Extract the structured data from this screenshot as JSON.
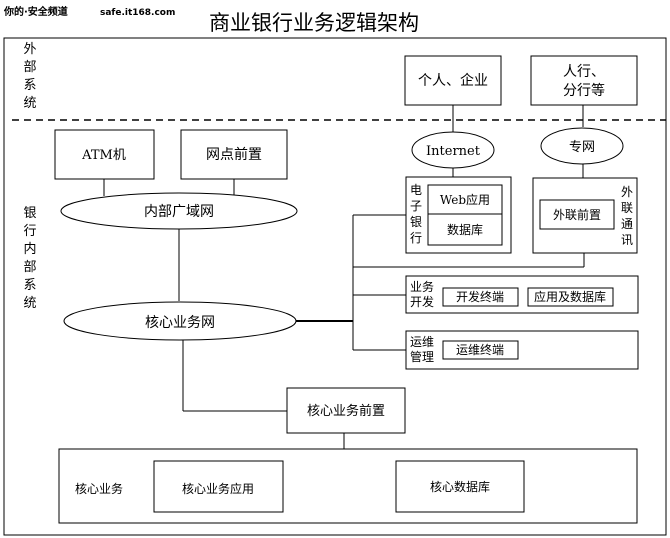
{
  "watermark": {
    "cn": "你的·安全频道",
    "url": "safe.it168.com"
  },
  "title": "商业银行业务逻辑架构",
  "external_label": [
    "外",
    "部",
    "系",
    "统"
  ],
  "internal_label": [
    "银",
    "行",
    "内",
    "部",
    "系",
    "统"
  ],
  "external": {
    "person": "个人、企业",
    "branch_l1": "人行、",
    "branch_l2": "分行等"
  },
  "networks": {
    "internet": "Internet",
    "private": "专网",
    "wan": "内部广域网",
    "core": "核心业务网"
  },
  "terminals": {
    "atm": "ATM机",
    "outlet": "网点前置"
  },
  "ebank": {
    "label": [
      "电",
      "子",
      "银",
      "行"
    ],
    "web": "Web应用",
    "db": "数据库"
  },
  "foreign": {
    "label": [
      "外",
      "联",
      "通",
      "讯"
    ],
    "front": "外联前置"
  },
  "dev": {
    "label_l1": "业务",
    "label_l2": "开发",
    "terminal": "开发终端",
    "appdb": "应用及数据库"
  },
  "ops": {
    "label_l1": "运维",
    "label_l2": "管理",
    "terminal": "运维终端"
  },
  "core_front": "核心业务前置",
  "core": {
    "label": "核心业务",
    "app": "核心业务应用",
    "db": "核心数据库"
  }
}
